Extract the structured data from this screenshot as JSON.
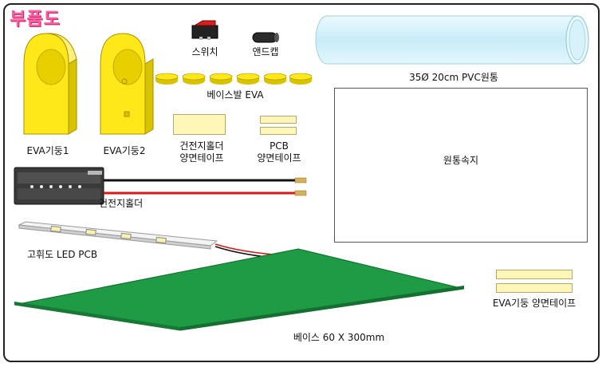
{
  "title": "부품도",
  "parts": {
    "column1": "EVA기둥1",
    "column2": "EVA기둥2",
    "switch": "스위치",
    "endcap": "앤드캡",
    "eva_feet": "베이스발 EVA",
    "holder_tape_line1": "건전지홀더",
    "holder_tape_line2": "양면테이프",
    "pcb_tape_line1": "PCB",
    "pcb_tape_line2": "양면테이프",
    "pvc_tube": "35Ø  20cm PVC원통",
    "tube_paper": "원통속지",
    "battery_holder": "건전지홀더",
    "led_pcb": "고휘도 LED PCB",
    "eva_column_tape": "EVA기둥 양면테이프",
    "base": "베이스 60 X 300mm"
  },
  "colors": {
    "title": "#ff5fa2",
    "eva_yellow": "#ffe81a",
    "base_green": "#1f9a45",
    "tape_fill": "#fff6b8",
    "tube_blue": "#d6f1fb",
    "switch_red": "#d62020"
  }
}
